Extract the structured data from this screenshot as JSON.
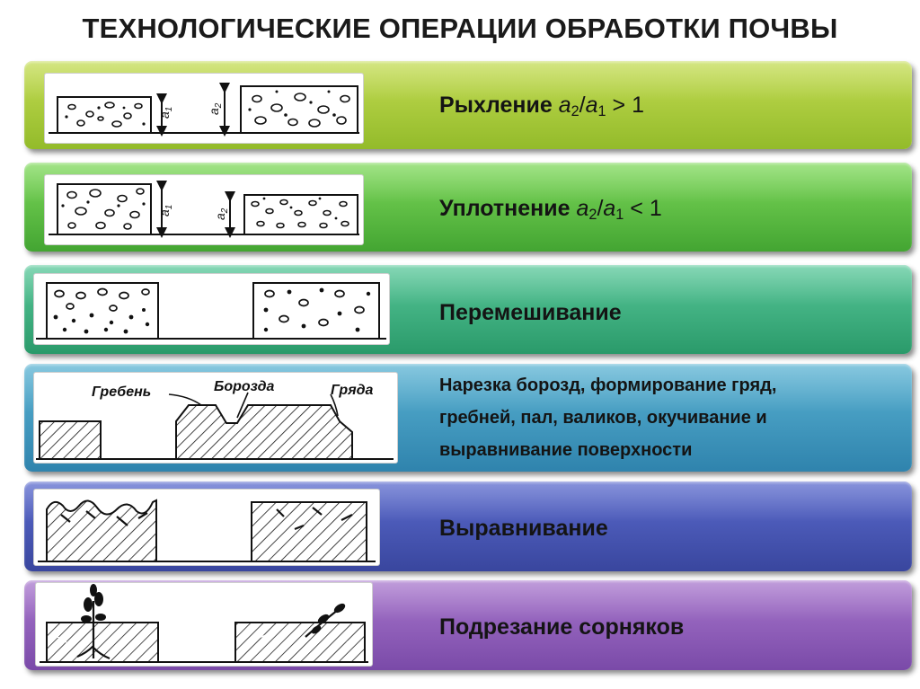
{
  "title": "ТЕХНОЛОГИЧЕСКИЕ ОПЕРАЦИИ ОБРАБОТКИ ПОЧВЫ",
  "rows": [
    {
      "name": "Рыхление",
      "formula": "a2/a1 > 1",
      "formula_parts": {
        "a": "a",
        "s2": "2",
        "slash": "/",
        "s1": "1",
        "rel": " > 1"
      },
      "color": "#aacb3c"
    },
    {
      "name": "Уплотнение",
      "formula": "a2/a1 < 1",
      "formula_parts": {
        "a": "a",
        "s2": "2",
        "slash": "/",
        "s1": "1",
        "rel": " < 1"
      },
      "color": "#5bbf43"
    },
    {
      "name": "Перемешивание",
      "color": "#3fb182"
    },
    {
      "name": "Нарезка борозд, формирование гряд, гребней, пал, валиков, окучивание и выравнивание поверхности",
      "lines": [
        "Нарезка борозд, формирование гряд,",
        "гребней, пал, валиков, окучивание и",
        "выравнивание поверхности"
      ],
      "color": "#4499c2"
    },
    {
      "name": "Выравнивание",
      "color": "#4957b6"
    },
    {
      "name": "Подрезание сорняков",
      "color": "#9060bb"
    }
  ],
  "diagram_labels": {
    "a1": "a1",
    "a2": "a2",
    "a1_letter": "a",
    "a1_sub": "1",
    "a2_letter": "a",
    "a2_sub": "2",
    "ridge": "Гребень",
    "furrow": "Борозда",
    "bed": "Гряда"
  }
}
